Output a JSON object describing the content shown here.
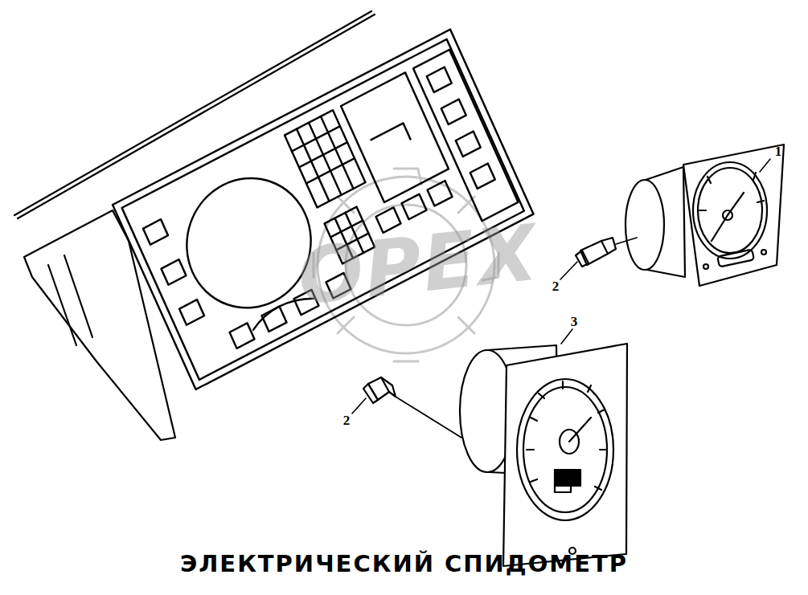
{
  "diagram": {
    "caption": "ЭЛЕКТРИЧЕСКИЙ СПИДОМЕТР",
    "labels": [
      "1",
      "2",
      "3",
      "2",
      "OPEX"
    ]
  }
}
